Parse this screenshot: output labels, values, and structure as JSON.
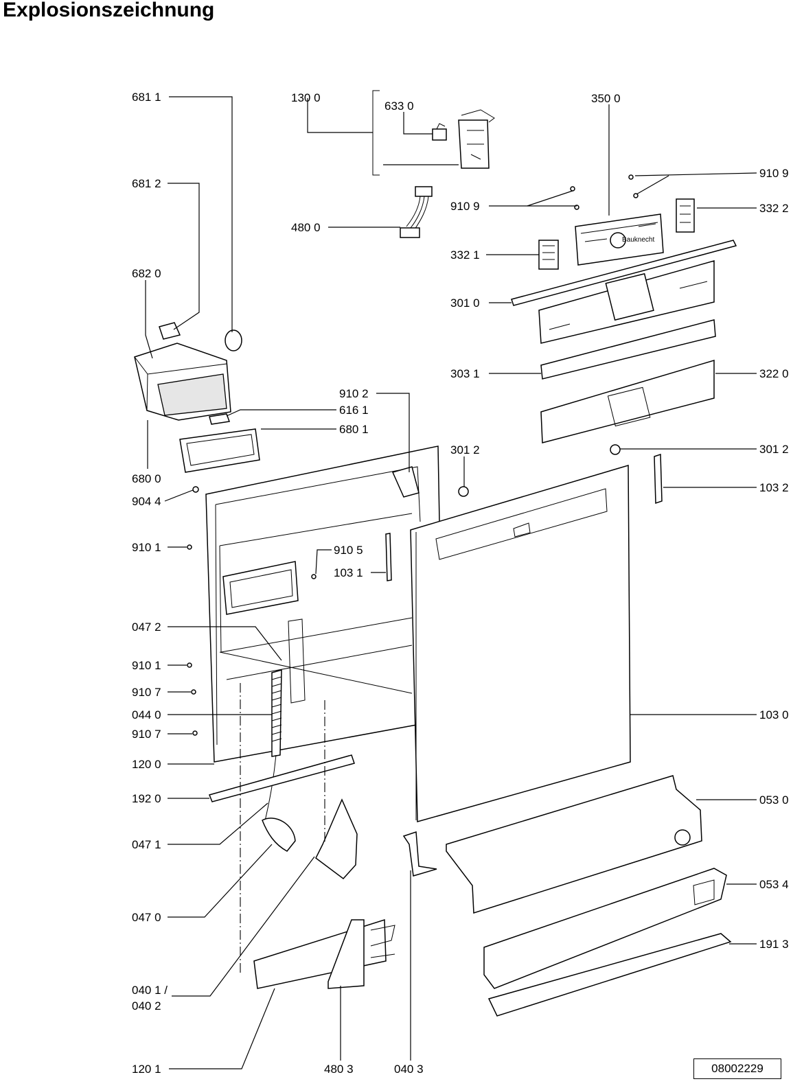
{
  "title": "Explosionszeichnung",
  "document_number": "08002229",
  "brand_badge": "Bauknecht",
  "callouts": {
    "c6811": "681 1",
    "c1300": "130 0",
    "c6330": "633 0",
    "c3500": "350 0",
    "c9109a": "910 9",
    "c9109b": "910 9",
    "c6812": "681 2",
    "c3322": "332 2",
    "c4800": "480 0",
    "c3321": "332 1",
    "c6820": "682 0",
    "c3010": "301 0",
    "c3031": "303 1",
    "c3220": "322 0",
    "c9102": "910 2",
    "c6161": "616 1",
    "c6801": "680 1",
    "c3012a": "301 2",
    "c3012b": "301 2",
    "c6800": "680 0",
    "c9044": "904 4",
    "c1032": "103 2",
    "c9101a": "910 1",
    "c9105": "910 5",
    "c1031": "103 1",
    "c0472": "047 2",
    "c9101b": "910 1",
    "c9107a": "910 7",
    "c0440": "044 0",
    "c1030": "103 0",
    "c9107b": "910 7",
    "c1200": "120 0",
    "c1920": "192 0",
    "c0530": "053 0",
    "c0471": "047 1",
    "c0534": "053 4",
    "c0470": "047 0",
    "c1913": "191 3",
    "c0401a": "040 1 /",
    "c0401b": "040 2",
    "c1201": "120 1",
    "c4803": "480 3",
    "c0403": "040 3"
  }
}
